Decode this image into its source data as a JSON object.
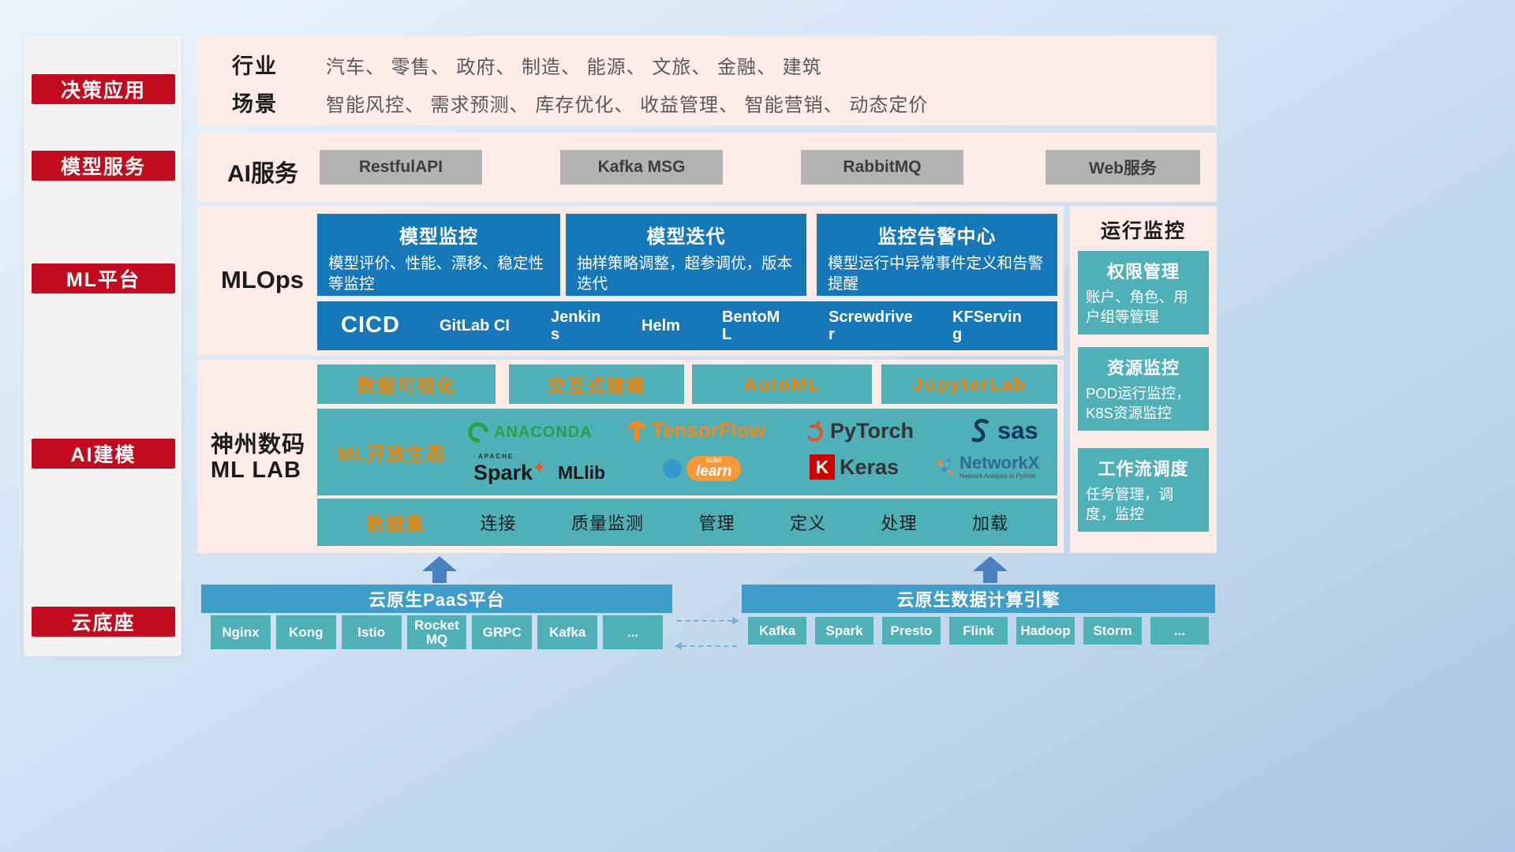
{
  "colors": {
    "red": "#c30b1e",
    "pink": "#fcebe7",
    "blue": "#1678b9",
    "teal": "#4fb0b8",
    "orange": "#ef8200",
    "gray": "#b3b3b3",
    "barblue": "#3e9ec9",
    "arrow": "#4a80c0",
    "dash": "#74b3d6",
    "sidebar": "#f5f3f2"
  },
  "sidebar": {
    "items": [
      "决策应用",
      "模型服务",
      "ML平台",
      "AI建模",
      "云底座"
    ]
  },
  "industry": {
    "label": "行业",
    "text": "汽车、 零售、 政府、 制造、 能源、 文旅、 金融、 建筑"
  },
  "scene": {
    "label": "场景",
    "text": "智能风控、 需求预测、 库存优化、 收益管理、 智能营销、 动态定价"
  },
  "ai_service": {
    "label": "AI服务",
    "items": [
      "RestfulAPI",
      "Kafka MSG",
      "RabbitMQ",
      "Web服务"
    ]
  },
  "mlops": {
    "label": "MLOps",
    "cards": [
      {
        "title": "模型监控",
        "desc": "模型评价、性能、漂移、稳定性等监控"
      },
      {
        "title": "模型迭代",
        "desc": "抽样策略调整，超参调优，版本迭代"
      },
      {
        "title": "监控告警中心",
        "desc": "模型运行中异常事件定义和告警提醒"
      }
    ],
    "cicd_label": "CICD",
    "cicd_items": [
      "GitLab CI",
      "Jenkins",
      "Helm",
      "BentoML",
      "Screwdriver",
      "KFServing"
    ]
  },
  "monitor": {
    "title": "运行监控",
    "cards": [
      {
        "title": "权限管理",
        "desc": "账户、角色、用户组等管理"
      },
      {
        "title": "资源监控",
        "desc": "POD运行监控，K8S资源监控"
      },
      {
        "title": "工作流调度",
        "desc": "任务管理，调度，监控"
      }
    ]
  },
  "mllab": {
    "label_line1": "神州数码",
    "label_line2": "ML LAB",
    "tools": [
      "数据可视化",
      "交互式建模",
      "AutoML",
      "JupyterLab"
    ],
    "eco_label": "ML开放生态",
    "logos": {
      "anaconda": "ANACONDA",
      "tensorflow": "TensorFlow",
      "pytorch": "PyTorch",
      "sas": "sas",
      "spark_apache": "APACHE",
      "spark": "Spark",
      "spark_star": "✦",
      "mllib": "MLlib",
      "scikit_top": "scikit",
      "scikit_main": "learn",
      "keras_k": "K",
      "keras": "Keras",
      "networkx": "NetworkX",
      "networkx_sub": "Network Analysis in Python"
    },
    "dataset_label": "数据集",
    "dataset_items": [
      "连接",
      "质量监测",
      "管理",
      "定义",
      "处理",
      "加载"
    ]
  },
  "bottom": {
    "paas_title": "云原生PaaS平台",
    "paas_items": [
      "Nginx",
      "Kong",
      "Istio",
      "RocketMQ",
      "GRPC",
      "Kafka",
      "..."
    ],
    "engine_title": "云原生数据计算引擎",
    "engine_items": [
      "Kafka",
      "Spark",
      "Presto",
      "Flink",
      "Hadoop",
      "Storm",
      "..."
    ]
  }
}
